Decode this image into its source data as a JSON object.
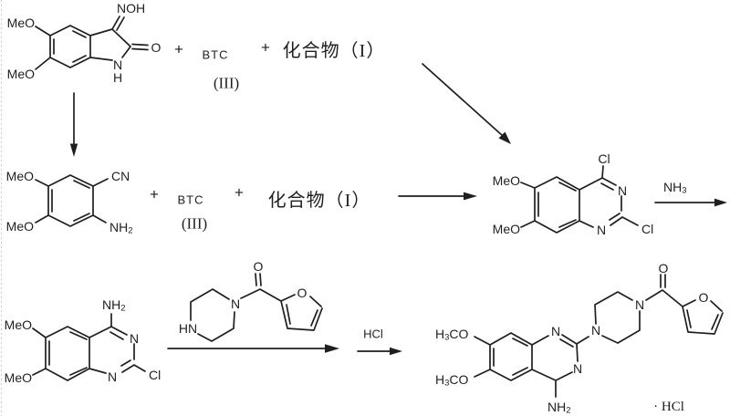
{
  "colors": {
    "ink": "#1f1f1f",
    "background": "#ffffff"
  },
  "row1": {
    "isatin_oxime": {
      "oxime": "NOH",
      "meo_top": "MeO",
      "meo_bottom": "MeO",
      "carbonyl_o": "O",
      "ring_n": "N",
      "ring_nh": "H"
    },
    "plus_1": "+",
    "reagent_btc": "BTC",
    "btc_label": "(III)",
    "plus_2": "+",
    "compound_i": "化合物（I）"
  },
  "row2": {
    "aminobenzonitrile": {
      "meo_top": "MeO",
      "meo_bottom": "MeO",
      "nitrile": "CN",
      "amine": "NH",
      "amine_sub": "2"
    },
    "plus_1": "+",
    "reagent_btc": "BTC",
    "btc_label": "(III)",
    "plus_2": "+",
    "compound_i": "化合物（I）",
    "dichloroquinazoline": {
      "meo_top": "MeO",
      "meo_bottom": "MeO",
      "cl_top": "Cl",
      "cl_right": "Cl",
      "n_top": "N",
      "n_bottom": "N"
    },
    "ammonia": "NH",
    "ammonia_sub": "3"
  },
  "row3": {
    "aminochloroquinazoline": {
      "amine": "NH",
      "amine_sub": "2",
      "meo_top": "MeO",
      "meo_bottom": "MeO",
      "n_top": "N",
      "n_bottom": "N",
      "cl": "Cl"
    },
    "furoylpiperazine": {
      "hn": "HN",
      "n": "N",
      "carbonyl_o": "O",
      "furan_o": "O"
    },
    "hcl": "HCl",
    "prazosin_hcl": {
      "h3co_top_pre": "H",
      "h3co_top_sub": "3",
      "h3co_top_post": "CO",
      "h3co_bottom_pre": "H",
      "h3co_bottom_sub": "3",
      "h3co_bottom_post": "CO",
      "n1": "N",
      "n3": "N",
      "piperazine_n1": "N",
      "piperazine_n4": "N",
      "amine": "NH",
      "amine_sub": "2",
      "carbonyl_o": "O",
      "furan_o": "O",
      "salt": "· HCl"
    }
  }
}
